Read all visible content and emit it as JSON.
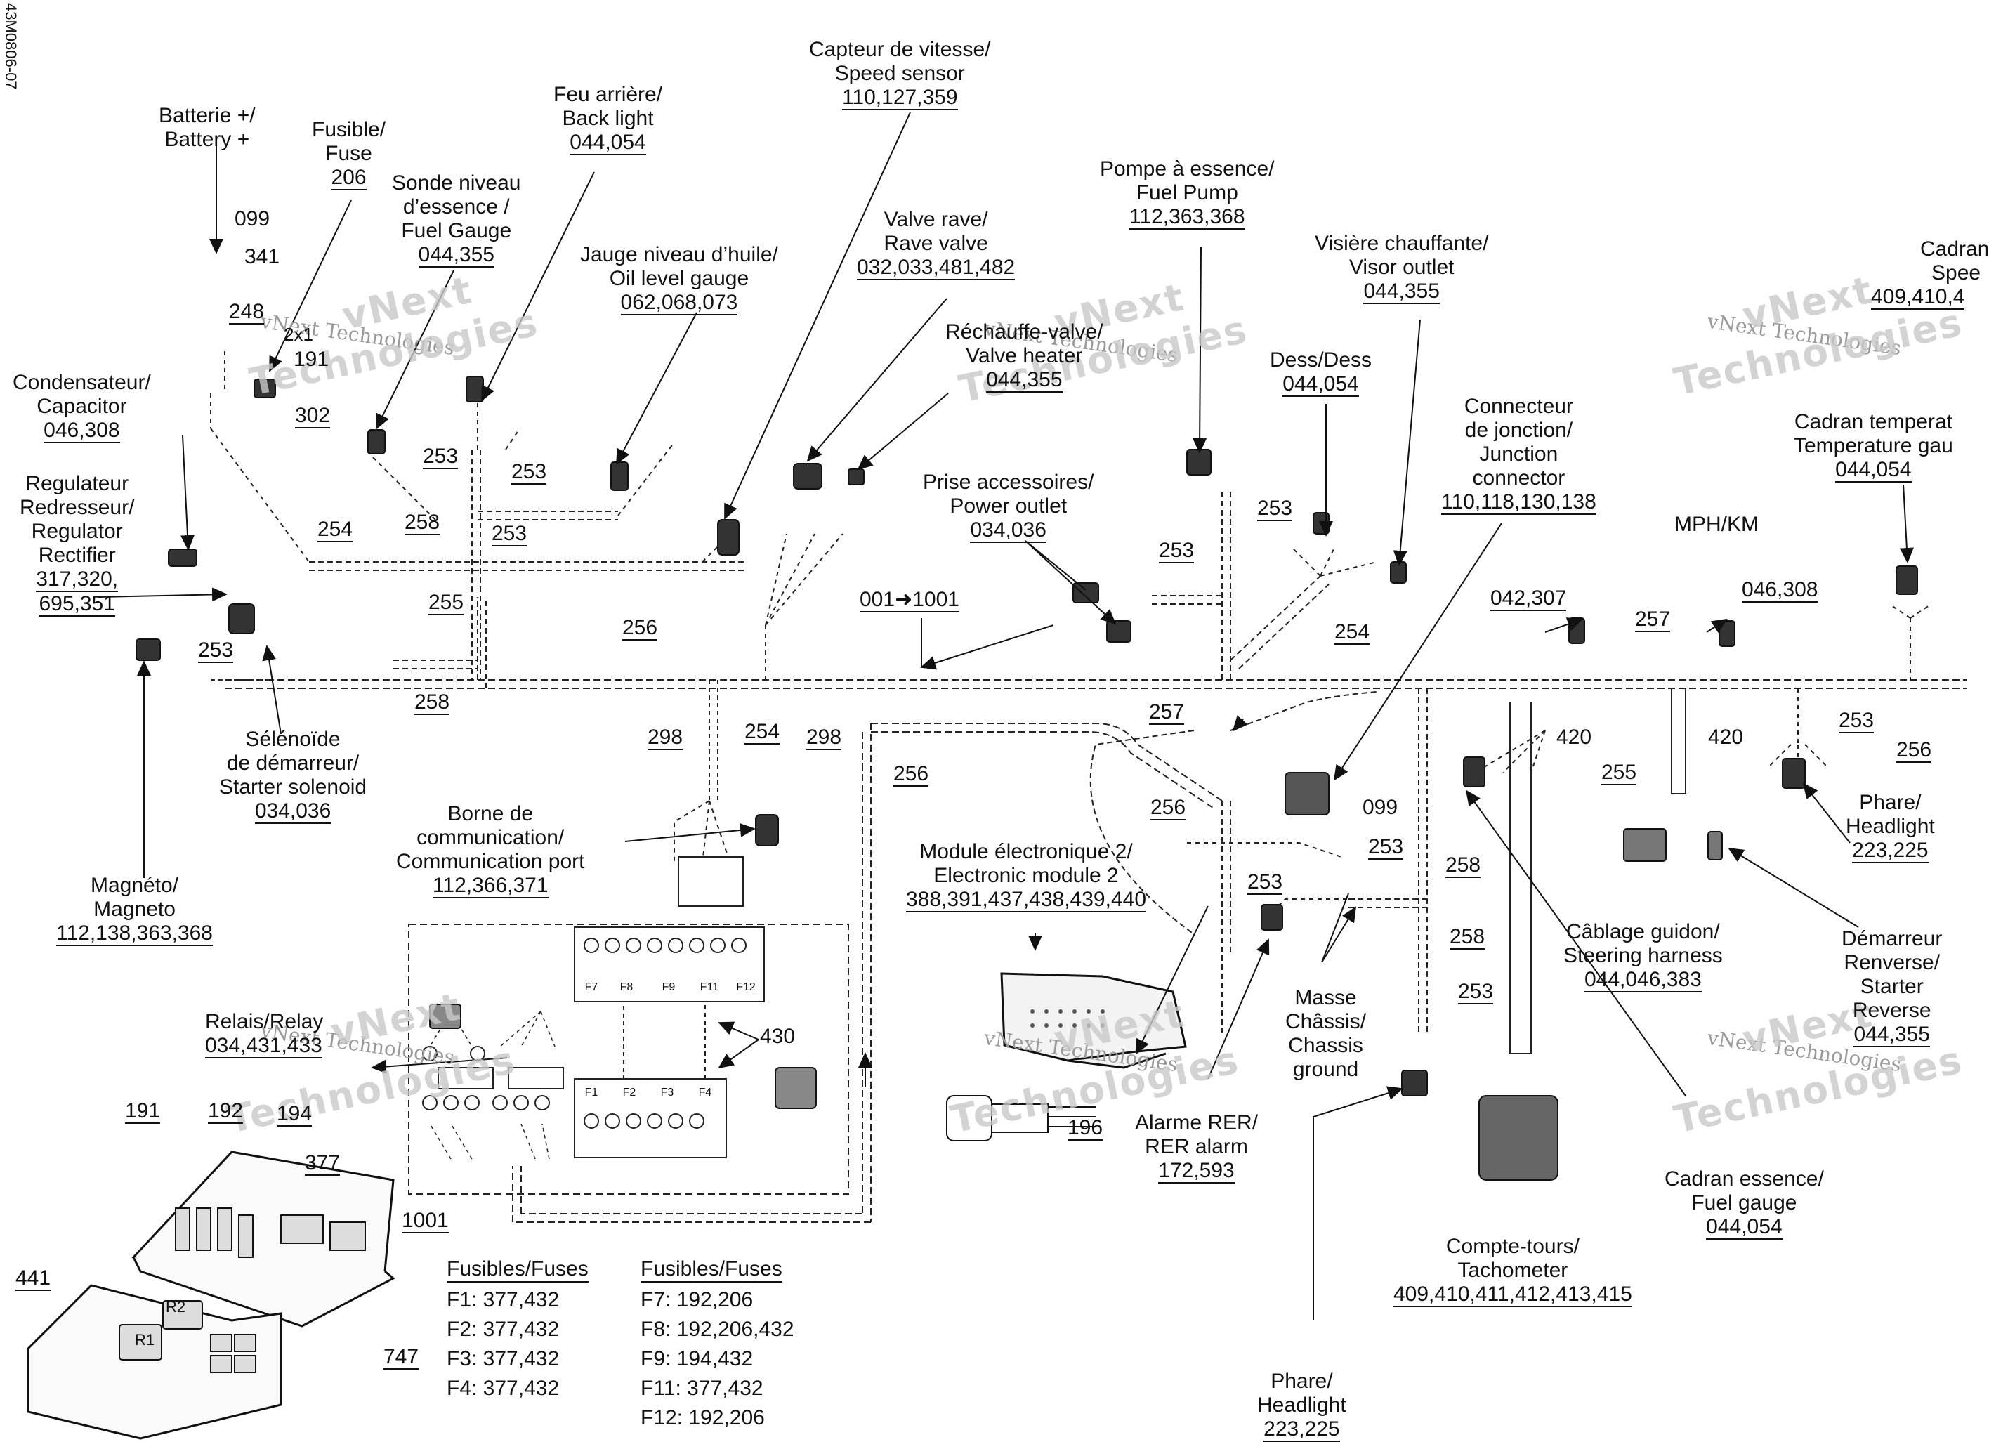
{
  "doc_ref": "43M0806-07",
  "watermark": {
    "brand": "vNext",
    "line": "vNext Technologies",
    "big": "Technologies"
  },
  "labels": [
    {
      "id": "battery",
      "lines": [
        "Batterie +/",
        "Battery +"
      ],
      "pn": ""
    },
    {
      "id": "fuse",
      "lines": [
        "Fusible/",
        "Fuse"
      ],
      "pn": "206"
    },
    {
      "id": "fuel-level-sender",
      "lines": [
        "Sonde niveau",
        "d’essence /",
        "Fuel Gauge"
      ],
      "pn": "044,355"
    },
    {
      "id": "back-light",
      "lines": [
        "Feu arrière/",
        "Back light"
      ],
      "pn": "044,054"
    },
    {
      "id": "oil-level",
      "lines": [
        "Jauge niveau d’huile/",
        "Oil level gauge"
      ],
      "pn": "062,068,073"
    },
    {
      "id": "speed-sensor",
      "lines": [
        "Capteur de vitesse/",
        "Speed sensor"
      ],
      "pn": "110,127,359"
    },
    {
      "id": "rave-valve",
      "lines": [
        "Valve rave/",
        "Rave valve"
      ],
      "pn": "032,033,481,482"
    },
    {
      "id": "valve-heater",
      "lines": [
        "Réchauffe-valve/",
        "Valve heater"
      ],
      "pn": "044,355"
    },
    {
      "id": "fuel-pump",
      "lines": [
        "Pompe à essence/",
        "Fuel Pump"
      ],
      "pn": "112,363,368"
    },
    {
      "id": "visor-outlet",
      "lines": [
        "Visière chauffante/",
        "Visor outlet"
      ],
      "pn": "044,355"
    },
    {
      "id": "speedo",
      "lines": [
        "Cadran",
        "Spee"
      ],
      "pn": "409,410,4"
    },
    {
      "id": "dess",
      "lines": [
        "Dess/Dess"
      ],
      "pn": "044,054"
    },
    {
      "id": "junction-connector",
      "lines": [
        "Connecteur",
        "de jonction/",
        "Junction",
        "connector"
      ],
      "pn": "110,118,130,138"
    },
    {
      "id": "temp-gauge",
      "lines": [
        "Cadran temperat",
        "Temperature gau"
      ],
      "pn": "044,054"
    },
    {
      "id": "power-outlet",
      "lines": [
        "Prise accessoires/",
        "Power outlet"
      ],
      "pn": "034,036"
    },
    {
      "id": "capacitor",
      "lines": [
        "Condensateur/",
        "Capacitor"
      ],
      "pn": "046,308"
    },
    {
      "id": "regulator",
      "lines": [
        "Regulateur",
        "Redresseur/",
        "Regulator",
        "Rectifier"
      ],
      "pn": ""
    },
    {
      "id": "starter-solenoid",
      "lines": [
        "Sélénoïde",
        "de démarreur/",
        "Starter solenoid"
      ],
      "pn": "034,036"
    },
    {
      "id": "magneto",
      "lines": [
        "Magnéto/",
        "Magneto"
      ],
      "pn": "112,138,363,368"
    },
    {
      "id": "comm-port",
      "lines": [
        "Borne de",
        "communication/",
        "Communication port"
      ],
      "pn": "112,366,371"
    },
    {
      "id": "ecm2",
      "lines": [
        "Module électronique 2/",
        "Electronic module 2"
      ],
      "pn": "388,391,437,438,439,440"
    },
    {
      "id": "relay",
      "lines": [
        "Relais/Relay"
      ],
      "pn": "034,431,433"
    },
    {
      "id": "rer-alarm",
      "lines": [
        "Alarme RER/",
        "RER alarm"
      ],
      "pn": "172,593"
    },
    {
      "id": "chassis-ground",
      "lines": [
        "Masse",
        "Châssis/",
        "Chassis",
        "ground"
      ],
      "pn": ""
    },
    {
      "id": "steering-harness",
      "lines": [
        "Câblage guidon/",
        "Steering harness"
      ],
      "pn": "044,046,383"
    },
    {
      "id": "headlight-right",
      "lines": [
        "Phare/",
        "Headlight"
      ],
      "pn": "223,225"
    },
    {
      "id": "starter-reverse",
      "lines": [
        "Démarreur",
        "Renverse/",
        "Starter",
        "Reverse"
      ],
      "pn": "044,355"
    },
    {
      "id": "fuel-gauge",
      "lines": [
        "Cadran essence/",
        "Fuel gauge"
      ],
      "pn": "044,054"
    },
    {
      "id": "tachometer",
      "lines": [
        "Compte-tours/",
        "Tachometer"
      ],
      "pn": "409,410,411,412,413,415"
    },
    {
      "id": "headlight-bottom",
      "lines": [
        "Phare/",
        "Headlight"
      ],
      "pn": "223,225"
    }
  ],
  "regulator_pn_lines": [
    "317,320,",
    "695,351"
  ],
  "mph_km": "MPH/KM",
  "harness_ref": {
    "from": "001",
    "to": "1001"
  },
  "numbers": [
    "099",
    "341",
    "248",
    "191",
    "302",
    "253",
    "253",
    "253",
    "254",
    "258",
    "253",
    "255",
    "253",
    "258",
    "256",
    "298",
    "254",
    "298",
    "256",
    "253",
    "253",
    "254",
    "257",
    "042,307",
    "046,308",
    "420",
    "420",
    "253",
    "256",
    "257",
    "256",
    "255",
    "099",
    "253",
    "253",
    "258",
    "258",
    "253",
    "430",
    "191",
    "192",
    "194",
    "377",
    "1001",
    "441",
    "747",
    "196",
    "2x1"
  ],
  "fuses_left": {
    "title": "Fusibles/Fuses",
    "items": [
      "F1: 377,432",
      "F2: 377,432",
      "F3: 377,432",
      "F4: 377,432"
    ]
  },
  "fuses_right": {
    "title": "Fusibles/Fuses",
    "items": [
      "F7: 192,206",
      "F8: 192,206,432",
      "F9: 194,432",
      "F11: 377,432",
      "F12: 192,206"
    ]
  },
  "fuse_panel_top": [
    "F7",
    "F8",
    "F9",
    "F11",
    "F12"
  ],
  "fuse_panel_bottom": [
    "F1",
    "F2",
    "F3",
    "F4"
  ],
  "relay_marks": [
    "R1",
    "R2"
  ]
}
